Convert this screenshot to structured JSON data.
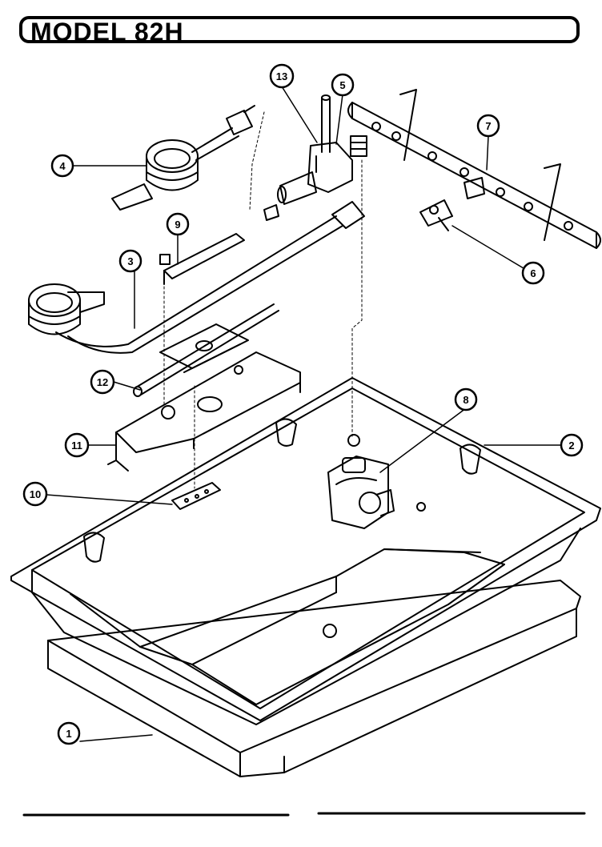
{
  "header": {
    "title": "MODEL 82H"
  },
  "callouts": [
    {
      "id": "1",
      "label": "1"
    },
    {
      "id": "2",
      "label": "2"
    },
    {
      "id": "3",
      "label": "3"
    },
    {
      "id": "4",
      "label": "4"
    },
    {
      "id": "5",
      "label": "5"
    },
    {
      "id": "6",
      "label": "6"
    },
    {
      "id": "7",
      "label": "7"
    },
    {
      "id": "8",
      "label": "8"
    },
    {
      "id": "9",
      "label": "9"
    },
    {
      "id": "10",
      "label": "10"
    },
    {
      "id": "11",
      "label": "11"
    },
    {
      "id": "12",
      "label": "12"
    },
    {
      "id": "13",
      "label": "13"
    }
  ],
  "colors": {
    "ink": "#000000",
    "paper": "#ffffff"
  }
}
